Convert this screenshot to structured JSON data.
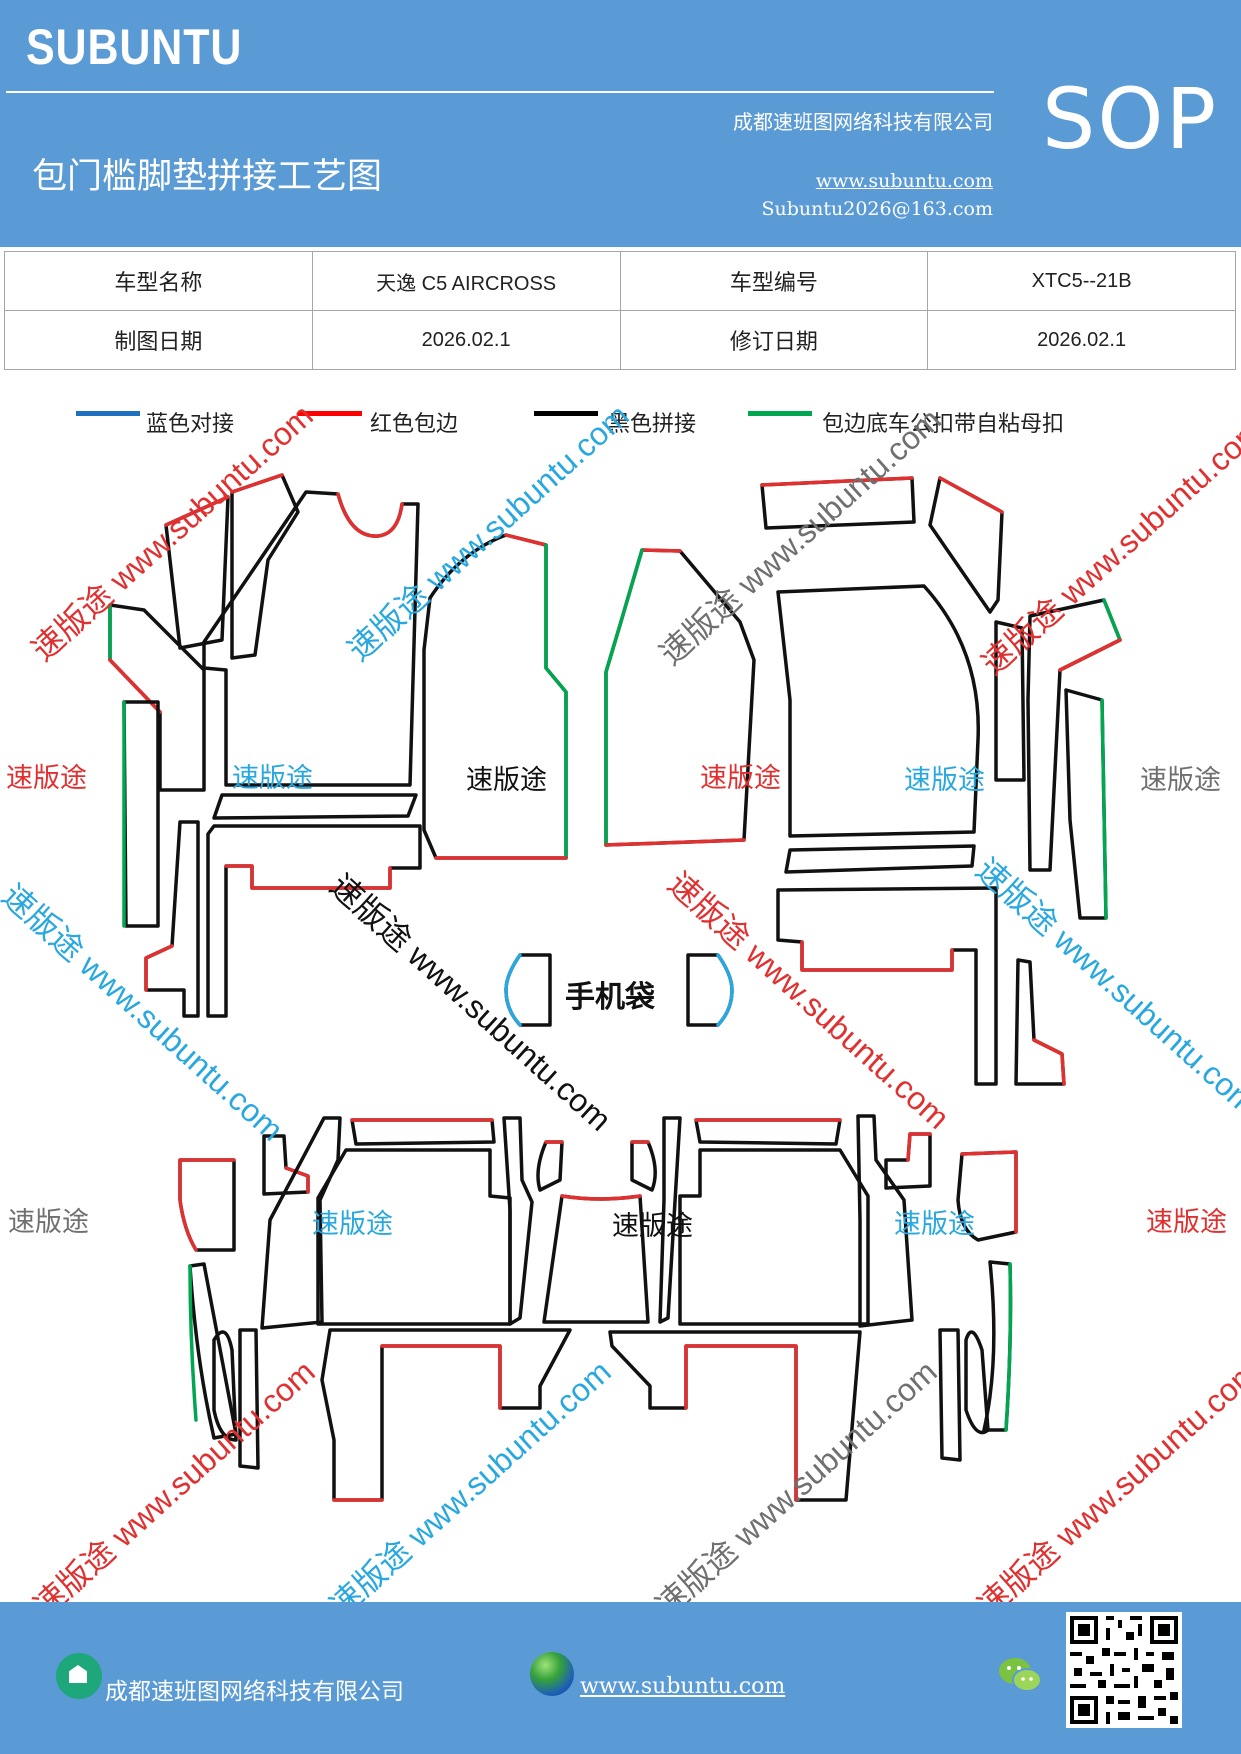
{
  "header": {
    "brand": "SUBUNTU",
    "company": "成都速班图网络科技有限公司",
    "title": "包门槛脚垫拼接工艺图",
    "badge": "SOP",
    "website": "www.subuntu.com",
    "email": "Subuntu2026@163.com"
  },
  "info_table": {
    "rows": [
      {
        "label1": "车型名称",
        "value1": "天逸  C5 AIRCROSS",
        "label2": "车型编号",
        "value2": "XTC5--21B"
      },
      {
        "label1": "制图日期",
        "value1": "2026.02.1",
        "label2": "修订日期",
        "value2": "2026.02.1"
      }
    ]
  },
  "legend": [
    {
      "label": "蓝色对接",
      "color": "#1f6fc1"
    },
    {
      "label": "红色包边",
      "color": "#ff0000"
    },
    {
      "label": "黑色拼接",
      "color": "#000000"
    },
    {
      "label": "包边底车公扣带自粘母扣",
      "color": "#00a650"
    }
  ],
  "diagram": {
    "pocket_label": "手机袋",
    "brand_cn": "速版途",
    "watermark_url": "www.subuntu.com",
    "colors": {
      "red": "#e03030",
      "blue": "#29a8e0",
      "gray": "#707070",
      "dark": "#111111"
    }
  },
  "footer": {
    "company": "成都速班图网络科技有限公司",
    "website": "www.subuntu.com"
  }
}
